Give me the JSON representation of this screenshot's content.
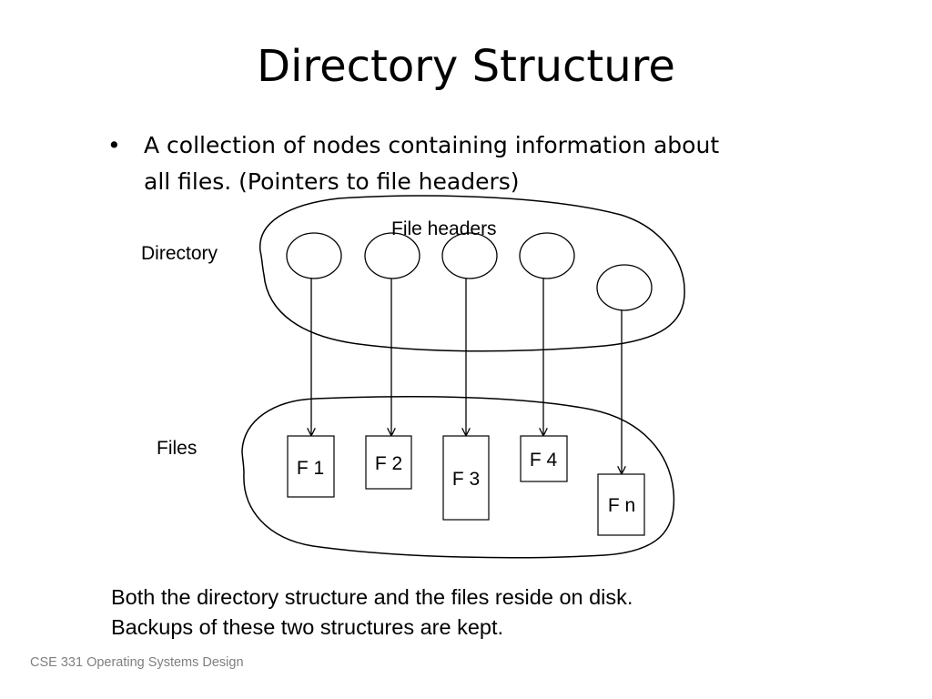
{
  "slide": {
    "title": "Directory Structure",
    "bullets": [
      {
        "marker": "•",
        "lines": [
          "A collection of nodes containing information about",
          "all files. (Pointers to file headers)"
        ]
      }
    ],
    "diagram": {
      "labels": {
        "directory": "Directory",
        "file_headers": "File headers",
        "files": "Files"
      },
      "files": [
        "F 1",
        "F 2",
        "F 3",
        "F 4",
        "F n"
      ]
    },
    "note": [
      "Both the directory structure and the files reside on disk.",
      "Backups of these two structures are kept."
    ],
    "footer": "CSE 331 Operating Systems Design"
  }
}
